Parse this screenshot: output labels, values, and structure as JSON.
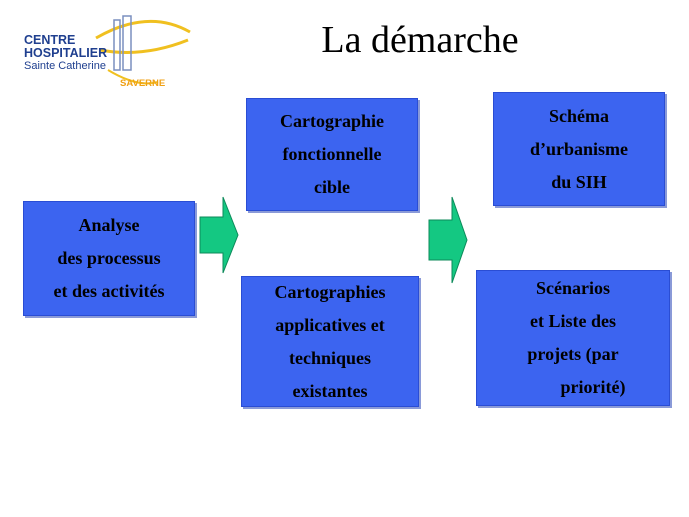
{
  "logo": {
    "line1": "CENTRE",
    "line2": "HOSPITALIER",
    "line3": "Sainte Catherine",
    "line4": "SAVERNE"
  },
  "title": "La démarche",
  "boxes": {
    "analyse": [
      "Analyse",
      "des processus",
      "et des activités"
    ],
    "cartographie_cible": [
      "Cartographie",
      "fonctionnelle",
      "cible"
    ],
    "cartographies_existantes": [
      "Cartographies",
      "applicatives et",
      "techniques",
      "existantes"
    ],
    "schema": [
      "Schéma",
      "d’urbanisme",
      "du SIH"
    ],
    "scenarios": [
      "Scénarios",
      "et Liste des",
      "projets (par",
      "priorité)"
    ]
  },
  "colors": {
    "box_fill": "#3c64f0",
    "arrow_fill": "#14c882",
    "title": "#000000",
    "logo_blue": "#1f3f8f",
    "logo_orange": "#f0a014"
  }
}
